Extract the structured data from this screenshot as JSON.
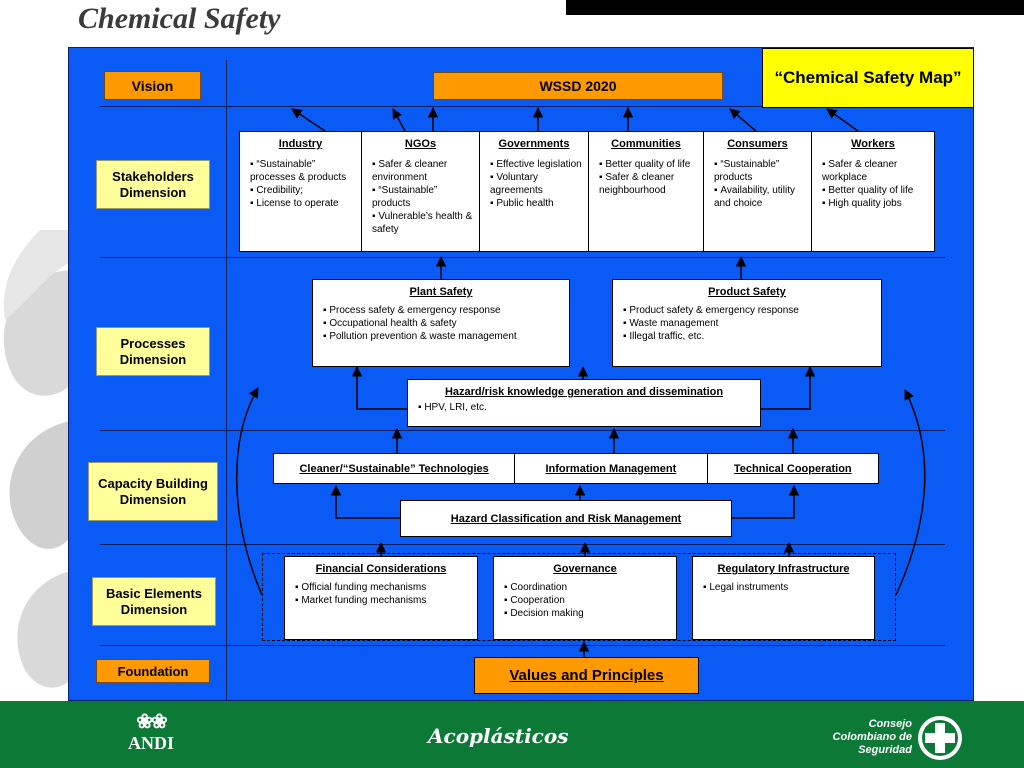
{
  "title": "Chemical Safety",
  "map_label": "“Chemical Safety Map”",
  "dimensions": {
    "vision": "Vision",
    "stakeholders": "Stakeholders Dimension",
    "processes": "Processes Dimension",
    "capacity": "Capacity Building Dimension",
    "basic": "Basic Elements Dimension",
    "foundation": "Foundation"
  },
  "wssd": "WSSD 2020",
  "stakeholders": [
    {
      "title": "Industry",
      "items": [
        "“Sustainable” processes & products",
        "Credibility;",
        "License to operate"
      ]
    },
    {
      "title": "NGOs",
      "items": [
        "Safer & cleaner environment",
        "“Sustainable” products",
        "Vulnerable’s health & safety"
      ]
    },
    {
      "title": "Governments",
      "items": [
        "Effective legislation",
        "Voluntary agreements",
        "Public health"
      ]
    },
    {
      "title": "Communities",
      "items": [
        "Better quality of life",
        "Safer & cleaner neighbourhood"
      ]
    },
    {
      "title": "Consumers",
      "items": [
        "“Sustainable” products",
        "Availability, utility and choice"
      ]
    },
    {
      "title": "Workers",
      "items": [
        "Safer & cleaner workplace",
        "Better quality of life",
        "High quality jobs"
      ]
    }
  ],
  "processes": {
    "plant": {
      "title": "Plant Safety",
      "items": [
        "Process safety & emergency response",
        "Occupational health & safety",
        "Pollution prevention &  waste management"
      ]
    },
    "product": {
      "title": "Product Safety",
      "items": [
        "Product safety & emergency response",
        "Waste management",
        "Illegal traffic, etc."
      ]
    },
    "hazard": {
      "title": "Hazard/risk knowledge generation and dissemination",
      "items": [
        "HPV, LRI, etc."
      ]
    }
  },
  "capacity": {
    "cells": [
      "Cleaner/“Sustainable” Technologies",
      "Information Management",
      "Technical Cooperation"
    ],
    "hazard_class": "Hazard Classification and Risk Management"
  },
  "basic": [
    {
      "title": "Financial Considerations",
      "items": [
        "Official funding mechanisms",
        "Market funding mechanisms"
      ]
    },
    {
      "title": "Governance",
      "items": [
        "Coordination",
        "Cooperation",
        "Decision making"
      ]
    },
    {
      "title": "Regulatory Infrastructure",
      "items": [
        "Legal instruments"
      ]
    }
  ],
  "foundation": "Values and Principles",
  "footer": {
    "andi": "ANDI",
    "acoplasticos": "Acoplásticos",
    "ccs_line1": "Consejo",
    "ccs_line2": "Colombiano de",
    "ccs_line3": "Seguridad"
  },
  "colors": {
    "panel": "#0a5bf5",
    "label": "#ffff99",
    "orange": "#ff9900",
    "map_box": "#ffff00",
    "footer": "#0c7a36"
  },
  "icons": [
    "cross-logo-icon",
    "andi-logo-icon"
  ]
}
